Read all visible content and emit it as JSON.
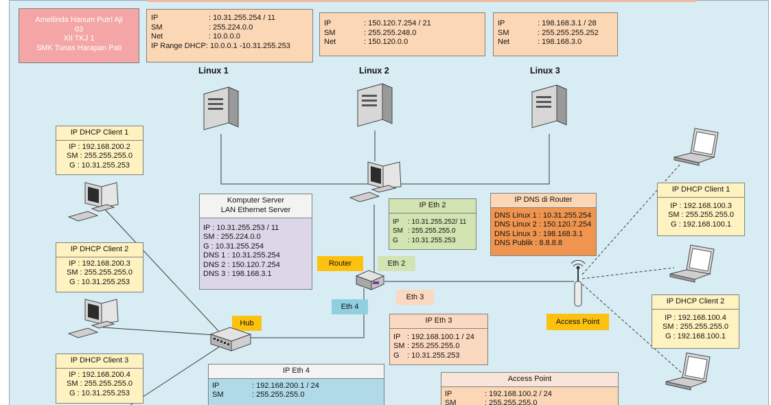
{
  "author": {
    "name": "Ameilinda Hanum Putri Aji",
    "number": "03",
    "class": "XII TKJ 1",
    "school": "SMK Tunas Harapan Pati"
  },
  "linux1_info": {
    "ip_label": "IP",
    "ip": ": 10.31.255.254 / 11",
    "sm_label": "SM",
    "sm": ": 255.224.0.0",
    "net_label": "Net",
    "net": ": 10.0.0.0",
    "range_label": "IP Range DHCP",
    "range": ": 10.0.0.1 -10.31.255.253"
  },
  "linux2_info": {
    "ip_label": "IP",
    "ip": ": 150.120.7.254 / 21",
    "sm_label": "SM",
    "sm": ": 255.255.248.0",
    "net_label": "Net",
    "net": ": 150.120.0.0"
  },
  "linux3_info": {
    "ip_label": "IP",
    "ip": ": 198.168.3.1 / 28",
    "sm_label": "SM",
    "sm": ": 255.255.255.252",
    "net_label": "Net",
    "net": ": 198.168.3.0"
  },
  "servers": {
    "linux1": "Linux 1",
    "linux2": "Linux 2",
    "linux3": "Linux 3"
  },
  "left_clients": [
    {
      "title": "IP DHCP Client 1",
      "ip": "IP : 192.168.200.2",
      "sm": "SM : 255.255.255.0",
      "g": "G : 10.31.255.253"
    },
    {
      "title": "IP DHCP Client 2",
      "ip": "IP : 192.168.200.3",
      "sm": "SM : 255.255.255.0",
      "g": "G : 10.31.255.253"
    },
    {
      "title": "IP DHCP Client 3",
      "ip": "IP : 192.168.200.4",
      "sm": "SM : 255.255.255.0",
      "g": "G : 10.31.255.253"
    }
  ],
  "right_clients": [
    {
      "title": "IP DHCP Client 1",
      "ip": "IP : 192.168.100.3",
      "sm": "SM : 255.255.255.0",
      "g": "G : 192.168.100.1"
    },
    {
      "title": "IP DHCP Client 2",
      "ip": "IP : 192.168.100.4",
      "sm": "SM : 255.255.255.0",
      "g": "G : 192.168.100.1"
    }
  ],
  "server_box": {
    "title1": "Komputer Server",
    "title2": "LAN Ethernet Server",
    "ip": "IP  : 10.31.255.253 / 11",
    "sm": "SM : 255.224.0.0",
    "g": "G   : 10.31.255.254",
    "dns1": "DNS 1 : 10.31.255.254",
    "dns2": "DNS 2 : 150.120.7.254",
    "dns3": "DNS 3 : 198.168.3.1"
  },
  "eth2_box": {
    "title": "IP Eth 2",
    "ip_label": "IP",
    "ip": ": 10.31.255.252/ 11",
    "sm_label": "SM",
    "sm": ": 255.255.255.0",
    "g_label": "G",
    "g": ": 10.31.255.253"
  },
  "dns_box": {
    "title": "IP DNS di Router",
    "l1": "DNS Linux 1 : 10.31.255.254",
    "l2": "DNS Linux 2 : 150.120.7.254",
    "l3": "DNS Linux 3 : 198.168.3.1",
    "pub": "DNS Publik  : 8.8.8.8"
  },
  "eth3_box": {
    "title": "IP Eth 3",
    "ip_label": "IP",
    "ip": ": 192.168.100.1 / 24",
    "sm_label": "SM",
    "sm": ": 255.255.255.0",
    "g_label": "G",
    "g": ": 10.31.255.253"
  },
  "eth4_box": {
    "title": "IP Eth 4",
    "ip_label": "IP",
    "ip": ": 192.168.200.1 / 24",
    "sm_label": "SM",
    "sm": ": 255.255.255.0"
  },
  "ap_box": {
    "title": "Access Point",
    "ip_label": "IP",
    "ip": ": 192.168.100.2 / 24",
    "sm_label": "SM",
    "sm": ": 255.255.255.0"
  },
  "tags": {
    "router": "Router",
    "eth2": "Eth 2",
    "eth3": "Eth 3",
    "eth4": "Eth 4",
    "hub": "Hub",
    "access_point": "Access Point"
  },
  "colors": {
    "canvas": "#d8ecf4",
    "author_box": "#f4a6a6",
    "info_box": "#fbd7b5",
    "client_box": "#fef2c0",
    "server_box": "#dcd6e8",
    "eth2_box": "#d2e4b2",
    "dns_box": "#f0954f",
    "eth3_box": "#fbd9c0",
    "eth4_box": "#b0dae8",
    "tag_yellow": "#fdc110",
    "tag_green": "#d2e4b2",
    "tag_peach": "#fbd9c0",
    "tag_blue": "#90cfe0"
  }
}
